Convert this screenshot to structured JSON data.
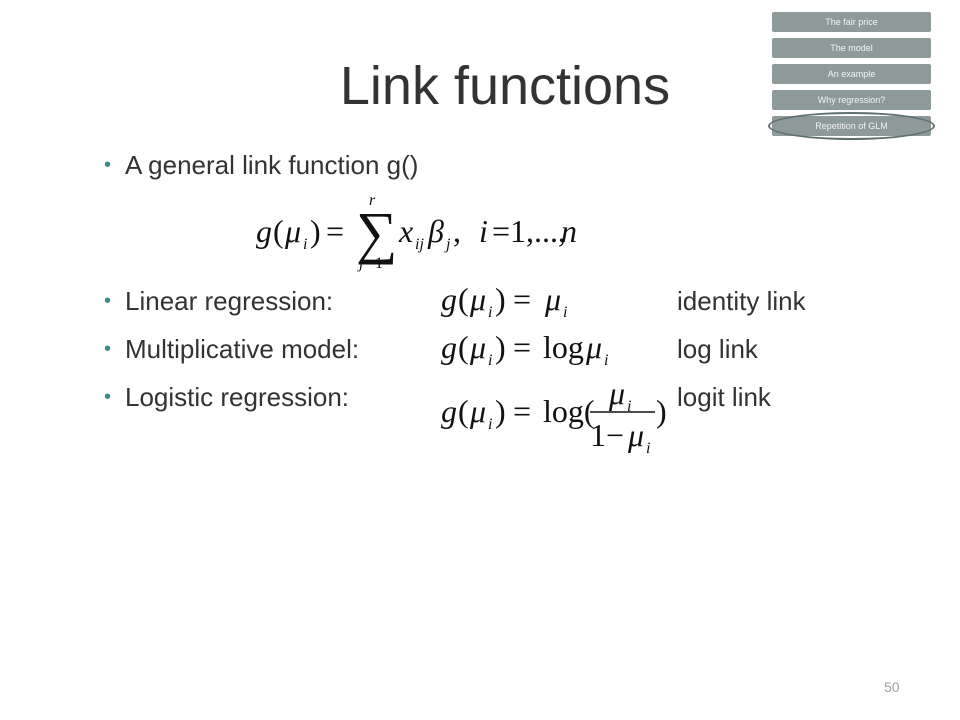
{
  "nav": {
    "items": [
      {
        "label": "The fair price"
      },
      {
        "label": "The model"
      },
      {
        "label": "An example"
      },
      {
        "label": "Why regression?"
      },
      {
        "label": "Repetition of GLM"
      }
    ],
    "active_index": 4
  },
  "slide": {
    "title": "Link functions",
    "bullets": [
      {
        "text": "A general link function g()"
      },
      {
        "text": "Linear regression:",
        "link": "identity link"
      },
      {
        "text": "Multiplicative model:",
        "link": "log link"
      },
      {
        "text": "Logistic regression:",
        "link": "logit link"
      }
    ],
    "page_number": "50"
  }
}
